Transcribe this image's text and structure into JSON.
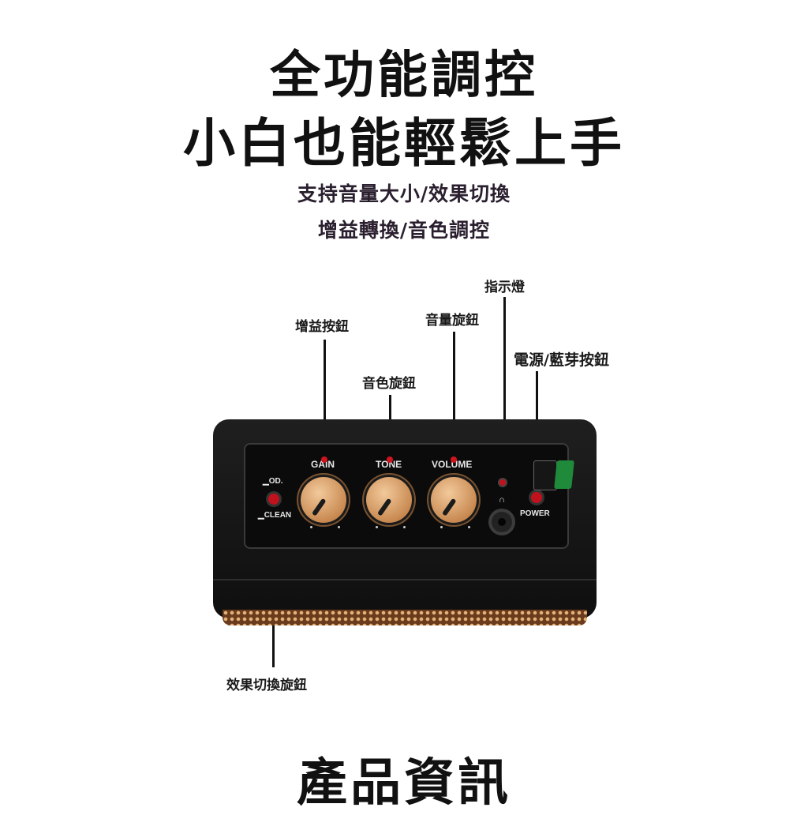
{
  "headline": {
    "line1": "全功能調控",
    "line2": "小白也能輕鬆上手"
  },
  "subheading": {
    "line1": "支持音量大小/效果切換",
    "line2": "增益轉換/音色調控"
  },
  "callouts": {
    "gain": "增益按鈕",
    "tone": "音色旋鈕",
    "volume": "音量旋鈕",
    "indicator": "指示燈",
    "power_bt": "電源/藍芽按鈕",
    "effect_switch": "效果切換旋鈕"
  },
  "panel": {
    "gain": "GAIN",
    "tone": "TONE",
    "volume": "VOLUME",
    "od": "OD.",
    "clean": "CLEAN",
    "power": "POWER"
  },
  "footer_title": "產品資訊",
  "colors": {
    "accent_red": "#d0141e",
    "knob": "#e0a870",
    "bluetooth_tab": "#1f8a3a",
    "grille": "#6a3b1c"
  },
  "icons": [
    "headphone-icon",
    "switch-icon"
  ]
}
